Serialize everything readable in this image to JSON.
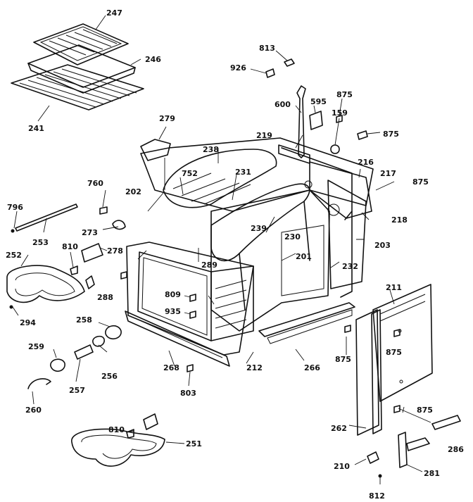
{
  "labels": {
    "p247": "247",
    "p246": "246",
    "p241": "241",
    "p813": "813",
    "p926": "926",
    "p600": "600",
    "p595": "595",
    "p875a": "875",
    "p159": "159",
    "p875b": "875",
    "p279": "279",
    "p238": "238",
    "p219": "219",
    "p216": "216",
    "p217": "217",
    "p875c": "875",
    "p752": "752",
    "p231": "231",
    "p760": "760",
    "p202": "202",
    "p796": "796",
    "p218": "218",
    "p273": "273",
    "p239": "239",
    "p230": "230",
    "p203": "203",
    "p253": "253",
    "p810a": "810",
    "p278": "278",
    "p289": "289",
    "p201": "201",
    "p232": "232",
    "p252": "252",
    "p288": "288",
    "p211": "211",
    "p809": "809",
    "p935": "935",
    "p294": "294",
    "p258": "258",
    "p875d": "875",
    "p259": "259",
    "p268": "268",
    "p212": "212",
    "p266": "266",
    "p875e": "875",
    "p256": "256",
    "p257": "257",
    "p803": "803",
    "p875f": "875",
    "p260": "260",
    "p262": "262",
    "p286": "286",
    "p810b": "810",
    "p251": "251",
    "p210": "210",
    "p281": "281",
    "p812": "812"
  }
}
